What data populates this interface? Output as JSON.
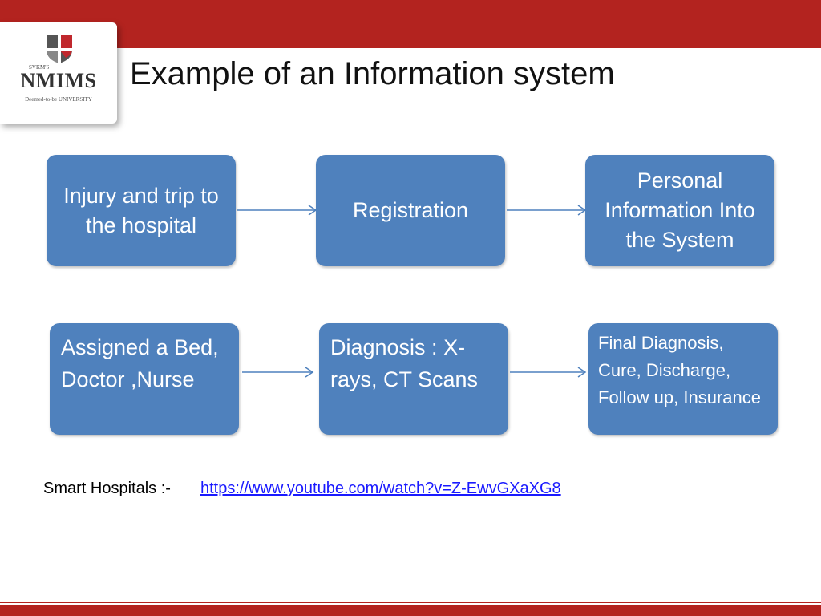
{
  "header": {
    "title": "Example of an Information system",
    "accent_color": "#b3231f"
  },
  "logo": {
    "small_text": "SVKM'S",
    "name": "NMIMS",
    "tagline": "Deemed-to-be UNIVERSITY",
    "icon": "shield-logo-icon"
  },
  "diagram": {
    "box_color": "#4f81bd",
    "row1": [
      {
        "label": "Injury and trip to the hospital"
      },
      {
        "label": "Registration"
      },
      {
        "label": "Personal Information Into the System"
      }
    ],
    "row2": [
      {
        "label": "Assigned a Bed, Doctor ,Nurse"
      },
      {
        "label": "Diagnosis : X-rays, CT Scans"
      },
      {
        "label": "Final Diagnosis, Cure, Discharge, Follow up, Insurance"
      }
    ],
    "arrow_icon": "right-arrow-icon"
  },
  "footer": {
    "label": "Smart Hospitals :-",
    "link_text": "https://www.youtube.com/watch?v=Z-EwvGXaXG8"
  }
}
